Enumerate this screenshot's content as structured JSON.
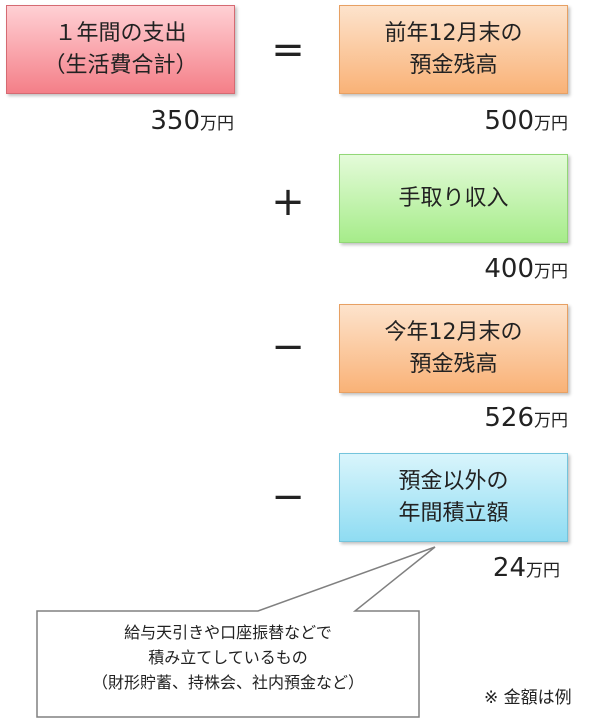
{
  "boxes": {
    "expense": {
      "line1": "１年間の支出",
      "line2": "（生活費合計）",
      "amount": "350",
      "unit": "万円",
      "color": "#f47f88"
    },
    "prev_balance": {
      "line1": "前年12月末の",
      "line2": "預金残高",
      "amount": "500",
      "unit": "万円",
      "color": "#f9b277"
    },
    "income": {
      "line1": "手取り収入",
      "amount": "400",
      "unit": "万円",
      "color": "#a6ec8a"
    },
    "curr_balance": {
      "line1": "今年12月末の",
      "line2": "預金残高",
      "amount": "526",
      "unit": "万円",
      "color": "#f9b277"
    },
    "savings": {
      "line1": "預金以外の",
      "line2": "年間積立額",
      "amount": "24",
      "unit": "万円",
      "color": "#8fdcf2"
    }
  },
  "operators": {
    "equals": "=",
    "plus": "+",
    "minus1": "−",
    "minus2": "−"
  },
  "callout": {
    "line1": "給与天引きや口座振替などで",
    "line2": "積み立てしているもの",
    "line3": "（財形貯蓄、持株会、社内預金など）"
  },
  "note": "※ 金額は例"
}
